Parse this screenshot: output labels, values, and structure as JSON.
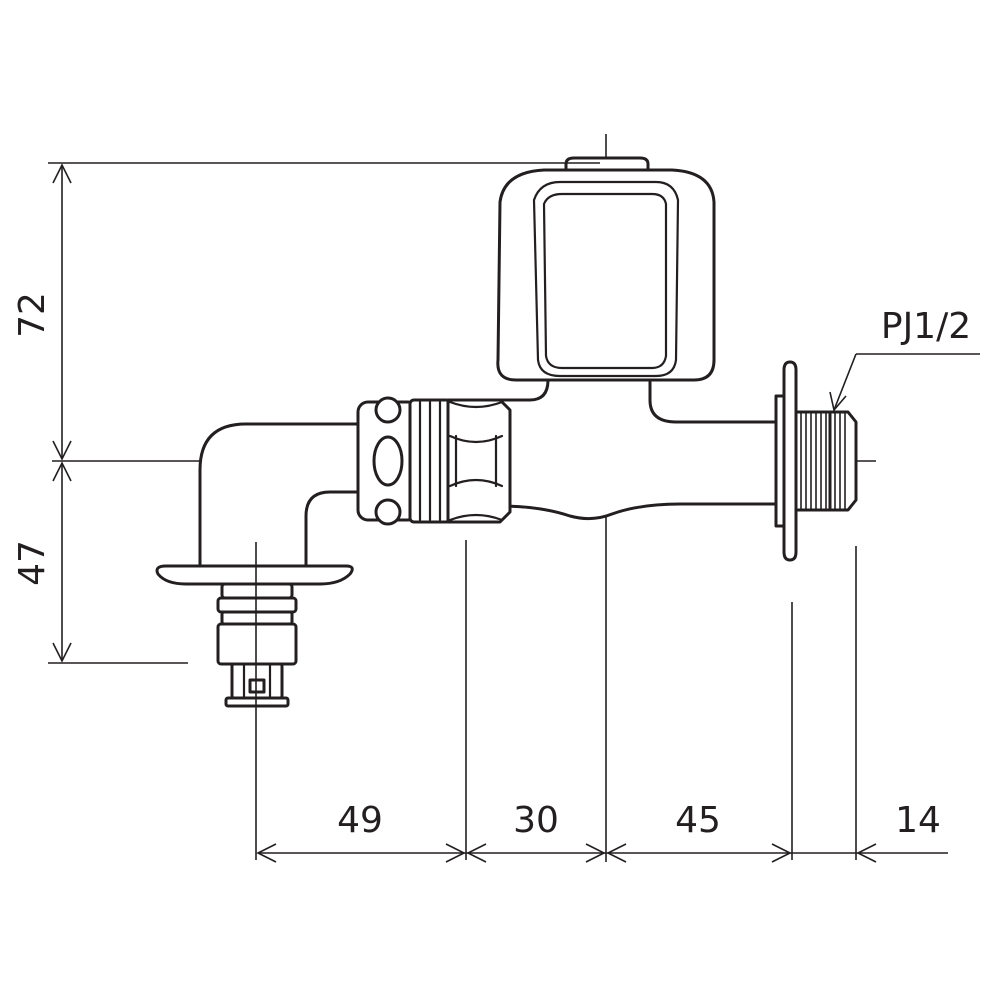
{
  "drawing": {
    "dimensions": {
      "height_above_centerline": "72",
      "height_below_centerline": "47",
      "spout_to_nut": "49",
      "nut_to_handle": "30",
      "handle_to_flange": "45",
      "thread_length": "14"
    },
    "thread_label": "PJ1/2"
  }
}
